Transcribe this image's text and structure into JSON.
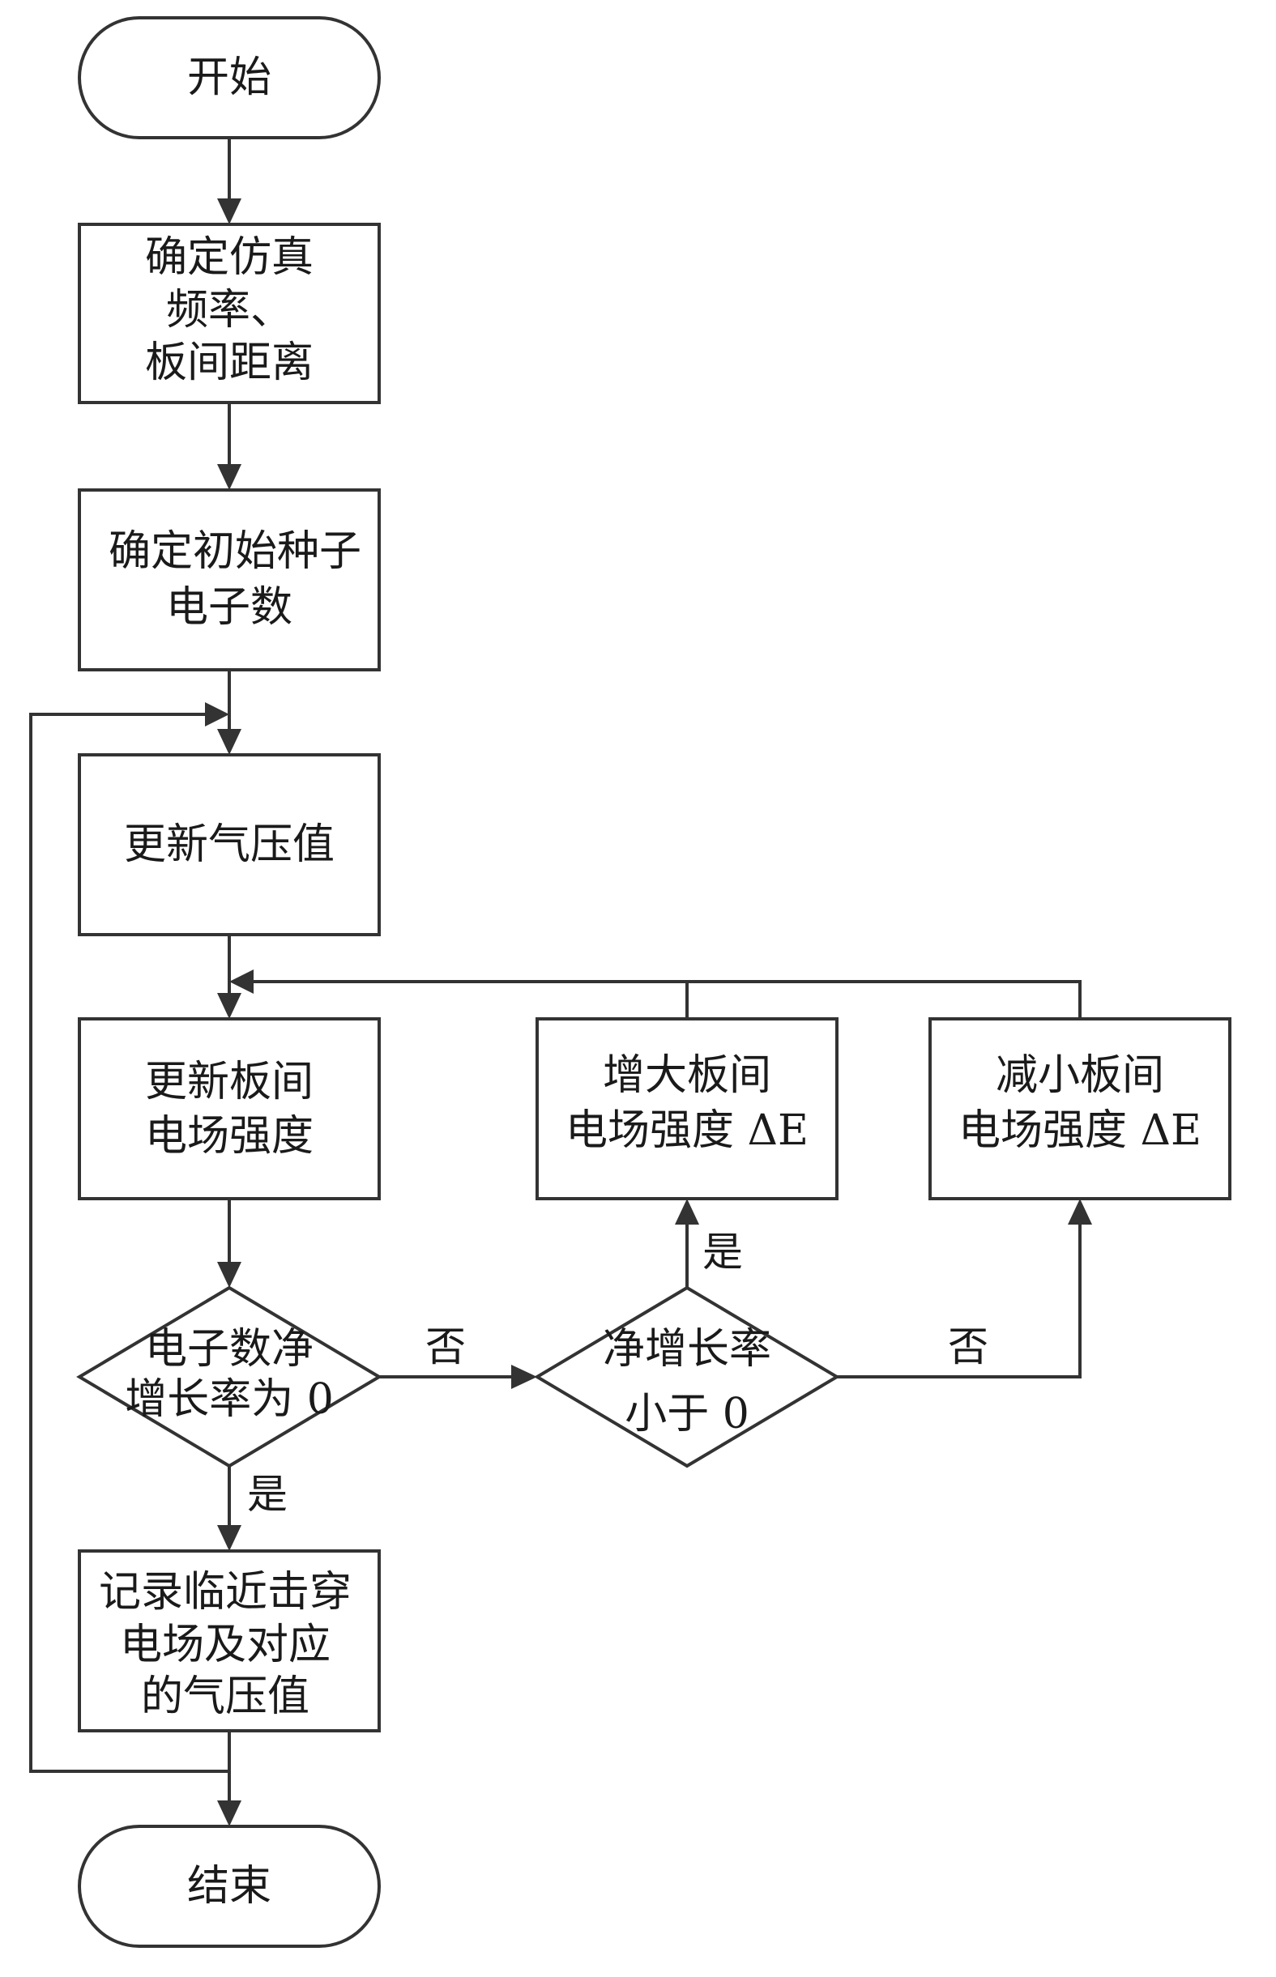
{
  "flowchart": {
    "start": "开始",
    "step_set_params": [
      "确定仿真",
      "频率、",
      "板间距离"
    ],
    "step_seed": [
      "确定初始种子",
      "电子数"
    ],
    "step_update_pressure": "更新气压值",
    "step_update_field": [
      "更新板间",
      "电场强度"
    ],
    "step_increase_field": [
      "增大板间",
      "电场强度 ΔE"
    ],
    "step_decrease_field": [
      "减小板间",
      "电场强度 ΔE"
    ],
    "decision_zero_growth": [
      "电子数净",
      "增长率为 0"
    ],
    "decision_negative_growth": [
      "净增长率",
      "小于 0"
    ],
    "step_record": [
      "记录临近击穿",
      "电场及对应",
      "的气压值"
    ],
    "end": "结束",
    "edge_labels": {
      "yes": "是",
      "no": "否"
    }
  }
}
